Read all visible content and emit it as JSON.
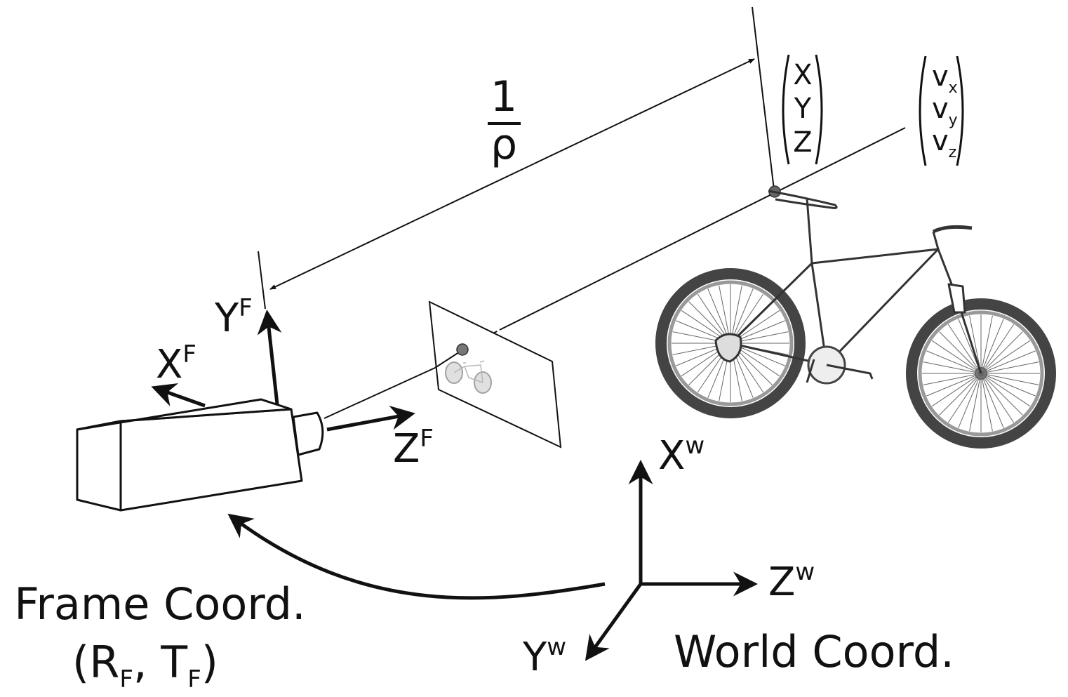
{
  "fraction": {
    "numerator": "1",
    "denominator": "ρ"
  },
  "point_vector": [
    "X",
    "Y",
    "Z"
  ],
  "direction_vector": [
    {
      "base": "v",
      "sub": "x"
    },
    {
      "base": "v",
      "sub": "y"
    },
    {
      "base": "v",
      "sub": "z"
    }
  ],
  "camera_axes": {
    "x": {
      "base": "X",
      "sup": "F"
    },
    "y": {
      "base": "Y",
      "sup": "F"
    },
    "z": {
      "base": "Z",
      "sup": "F"
    }
  },
  "world_axes": {
    "x": {
      "base": "X",
      "sup": "w"
    },
    "y": {
      "base": "Y",
      "sup": "w"
    },
    "z": {
      "base": "Z",
      "sup": "w"
    }
  },
  "frame_label": {
    "line1": "Frame Coord.",
    "line2_open": "(R",
    "line2_sub1": "F",
    "line2_mid": ", T",
    "line2_sub2": "F",
    "line2_close": ")"
  },
  "world_label": "World Coord."
}
